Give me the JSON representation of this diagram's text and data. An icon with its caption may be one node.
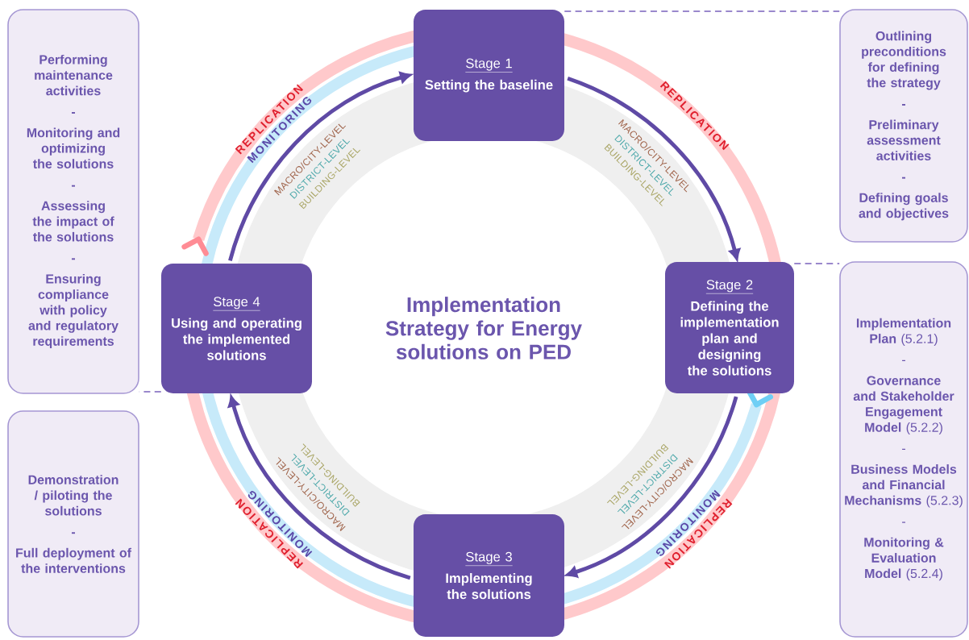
{
  "diagram": {
    "title": "Implementation Strategy for Energy solutions on PED",
    "nodes": [
      {
        "text": [
          "Stage 1",
          "Setting the baseline"
        ]
      },
      {
        "text": [
          "Stage 2",
          "Defining the implementation plan and designing the solutions"
        ]
      },
      {
        "text": [
          "Stage 3",
          "Implementing the solutions"
        ]
      },
      {
        "text": [
          "Stage 4",
          "Using and operating the implemented solutions"
        ]
      },
      {
        "text": [
          "Outlining preconditions for defining the strategy",
          "-",
          "Preliminary assessment activities",
          "-",
          "Defining goals and objectives"
        ]
      },
      {
        "text": [
          "**Implementation Plan** (5.2.1)",
          "-",
          "**Governance and Stakeholder Engagement Model** (5.2.2)",
          "-",
          "**Business Models and Financial Mechanisms** (5.2.3)",
          "-",
          "**Monitoring & Evaluation Model** (5.2.4)"
        ]
      },
      {
        "text": [
          "Performing maintenance activities",
          "-",
          "Monitoring and optimizing the solutions",
          "-",
          "Assessing the impact of the solutions",
          "-",
          "Ensuring compliance with policy and regulatory requirements"
        ]
      },
      {
        "text": [
          "Demonstration / piloting the solutions",
          "-",
          "Full deployment of the interventions"
        ]
      }
    ],
    "edges": [
      {
        "from": 0,
        "to": 1,
        "arrow": "to"
      },
      {
        "from": 1,
        "to": 2,
        "arrow": "to"
      },
      {
        "from": 2,
        "to": 3,
        "arrow": "to"
      },
      {
        "from": 3,
        "to": 0,
        "arrow": "to"
      },
      {
        "from": 0,
        "to": 4,
        "arrow": "none",
        "style": "dashed",
        "color": "#9a88cc"
      },
      {
        "from": 1,
        "to": 5,
        "arrow": "none",
        "style": "dashed",
        "color": "#9a88cc"
      },
      {
        "from": 3,
        "to": 6,
        "arrow": "none",
        "style": "dashed",
        "color": "#9a88cc"
      }
    ],
    "labels": [
      "REPLICATION",
      "MONITORING",
      "MACRO/CITY-LEVEL",
      "DISTRICT-LEVEL",
      "BUILDING-LEVEL",
      "REPLICATION",
      "MACRO/CITY-LEVEL",
      "DISTRICT-LEVEL",
      "BUILDING-LEVEL",
      "REPLICATION",
      "MONITORING",
      "MACRO/CITY-LEVEL",
      "DISTRICT-LEVEL",
      "BUILDING-LEVEL",
      "REPLICATION",
      "MONITORING",
      "MACRO/CITY-LEVEL",
      "DISTRICT-LEVEL",
      "BUILDING-LEVEL"
    ]
  }
}
